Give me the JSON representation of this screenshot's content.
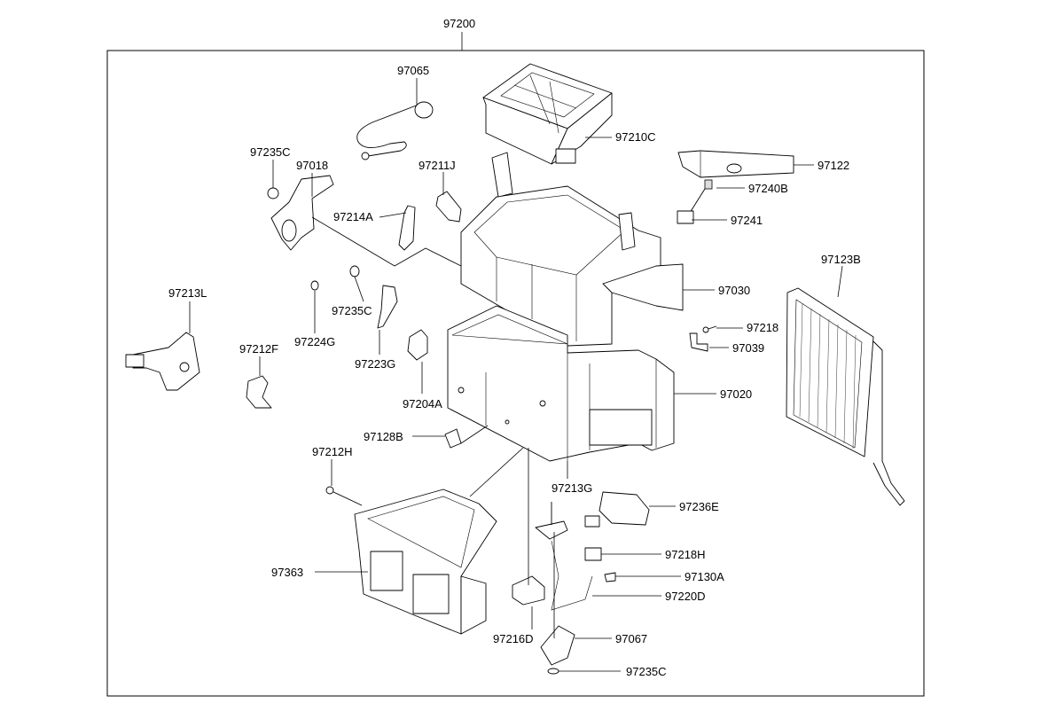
{
  "diagram": {
    "assembly_label": "97200",
    "labels": {
      "p97065": "97065",
      "p97210C": "97210C",
      "p97122": "97122",
      "p97235C_a": "97235C",
      "p97018": "97018",
      "p97211J": "97211J",
      "p97240B": "97240B",
      "p97214A": "97214A",
      "p97241": "97241",
      "p97123B": "97123B",
      "p97213L": "97213L",
      "p97030": "97030",
      "p97235C_b": "97235C",
      "p97224G": "97224G",
      "p97218": "97218",
      "p97212F": "97212F",
      "p97223G": "97223G",
      "p97039": "97039",
      "p97020": "97020",
      "p97204A": "97204A",
      "p97128B": "97128B",
      "p97212H": "97212H",
      "p97213G": "97213G",
      "p97236E": "97236E",
      "p97363": "97363",
      "p97218H": "97218H",
      "p97130A": "97130A",
      "p97220D": "97220D",
      "p97216D": "97216D",
      "p97067": "97067",
      "p97235C_c": "97235C"
    }
  }
}
